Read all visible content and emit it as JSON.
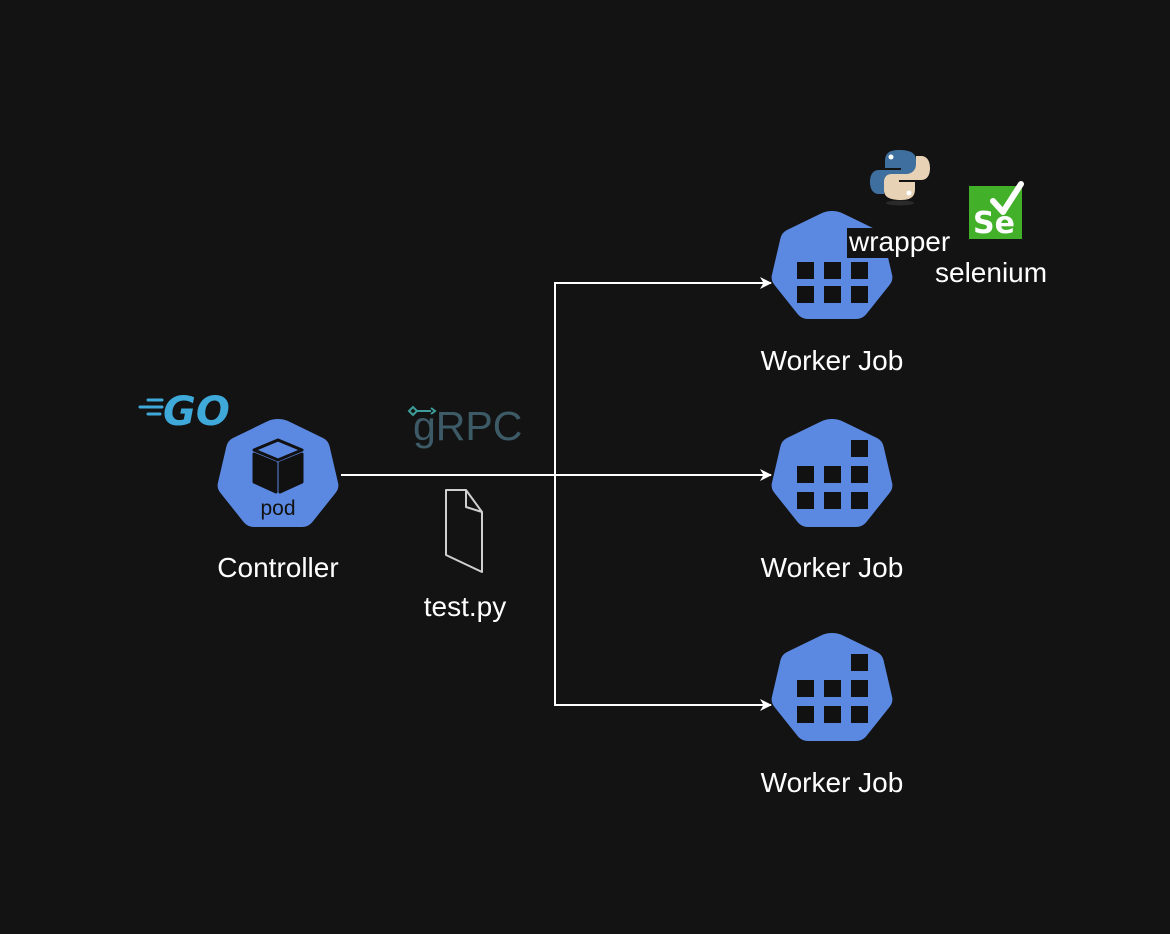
{
  "controller": {
    "label": "Controller",
    "badge": "pod",
    "icon": "kubernetes-pod-icon",
    "logo": "go-logo",
    "logo_text": "GO"
  },
  "transport": {
    "logo": "grpc-logo",
    "label": "gRPC"
  },
  "payload": {
    "icon": "file-icon",
    "label": "test.py"
  },
  "workers": [
    {
      "label": "Worker Job",
      "icon": "kubernetes-job-icon"
    },
    {
      "label": "Worker Job",
      "icon": "kubernetes-job-icon"
    },
    {
      "label": "Worker Job",
      "icon": "kubernetes-job-icon"
    }
  ],
  "worker_extras": {
    "wrapper_label": "wrapper",
    "wrapper_icon": "python-logo",
    "selenium_label": "selenium",
    "selenium_icon": "selenium-logo",
    "selenium_text": "Se"
  },
  "colors": {
    "background": "#131313",
    "k8s_blue": "#5B88E0",
    "arrow": "#ffffff",
    "text": "#ffffff",
    "go_blue": "#3FA9DA",
    "grpc_text": "#3d5a67",
    "grpc_accent": "#3d9d9a",
    "python_blue": "#3F6F9E",
    "python_yellow": "#E8D2B6",
    "selenium_green": "#43B02A"
  }
}
